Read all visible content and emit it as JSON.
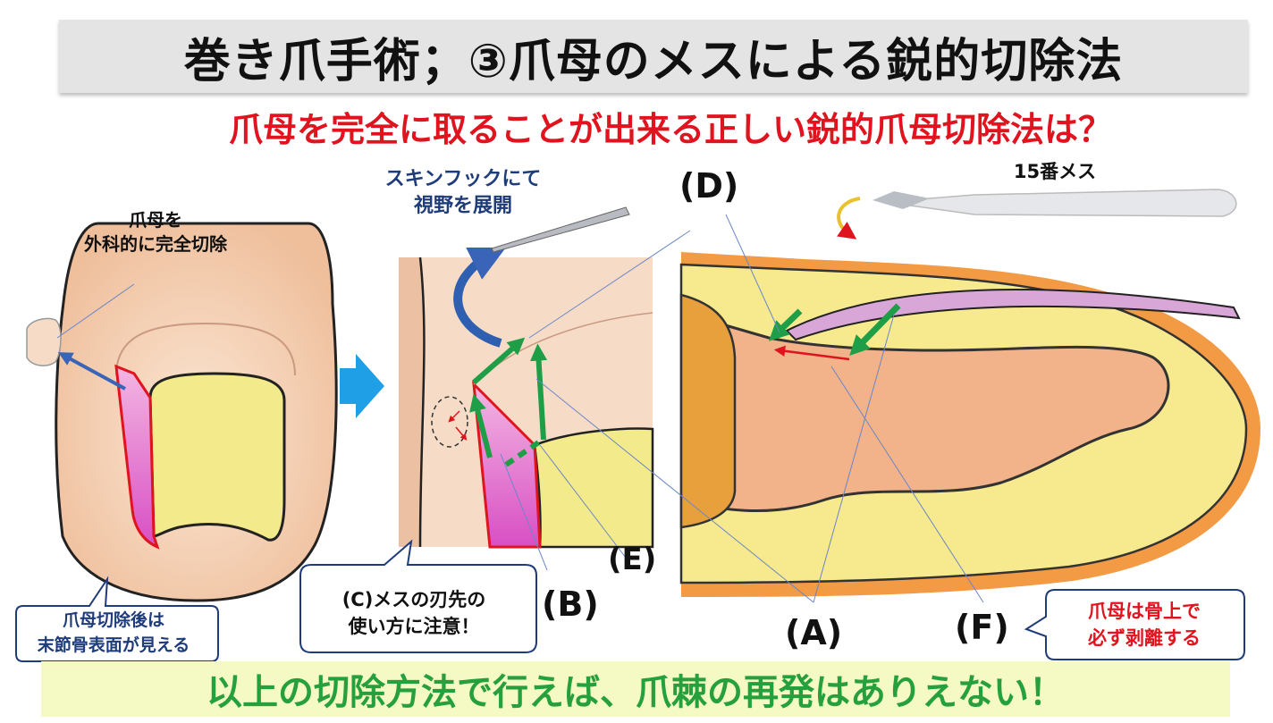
{
  "title": "巻き爪手術；③爪母のメスによる鋭的切除法",
  "subtitle": "爪母を完全に取ることが出来る正しい鋭的爪母切除法は？",
  "footer": "以上の切除方法で行えば、爪棘の再発はありえない！",
  "labels": {
    "left_top_line1": "爪母を",
    "left_top_line2": "外科的に完全切除",
    "skin_hook_line1": "スキンフックにて",
    "skin_hook_line2": "視野を展開",
    "scalpel": "15番メス"
  },
  "letters": {
    "a": "(A)",
    "b": "(B)",
    "d": "(D)",
    "e": "(E)",
    "f": "(F)"
  },
  "callouts": {
    "left_line1": "爪母切除後は",
    "left_line2": "末節骨表面が見える",
    "mid_line1": "(C)メスの刃先の",
    "mid_line2": "使い方に注意！",
    "right_line1": "爪母は骨上で",
    "right_line2": "必ず剥離する"
  },
  "colors": {
    "title_bg": "#e4e4e4",
    "subtitle": "#e0141e",
    "footer_bg": "#f5f9c4",
    "footer_text": "#25a03c",
    "arrow_green": "#1e9e46",
    "arrow_blue": "#2e5fb0",
    "skin": "#f2c9aa",
    "nail": "#f3ea8c",
    "matrix": "#e07ad0"
  }
}
